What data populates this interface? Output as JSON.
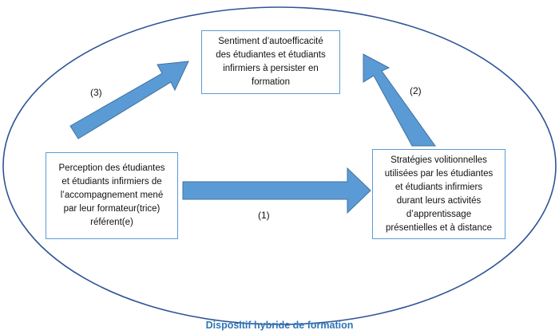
{
  "diagram": {
    "boxes": {
      "top": "Sentiment d’autoefficacité\ndes étudiantes et étudiants\ninfirmiers à persister en\nformation",
      "left": "Perception des étudiantes\net étudiants infirmiers de\nl’accompagnement mené\npar leur formateur(trice)\nréférent(e)",
      "right": "Stratégies volitionnelles\nutilisées par les étudiantes\net étudiants infirmiers\ndurant leurs activités\nd’apprentissage\nprésentielles et à distance"
    },
    "labels": {
      "arrow_1": "(1)",
      "arrow_2": "(2)",
      "arrow_3": "(3)"
    },
    "caption": "Dispositif hybride de formation",
    "colors": {
      "arrow_fill": "#5b9bd5",
      "arrow_stroke": "#41719c",
      "box_border": "#5b9bd5",
      "ellipse_stroke": "#2f5597",
      "caption_text": "#2e75b6"
    }
  }
}
